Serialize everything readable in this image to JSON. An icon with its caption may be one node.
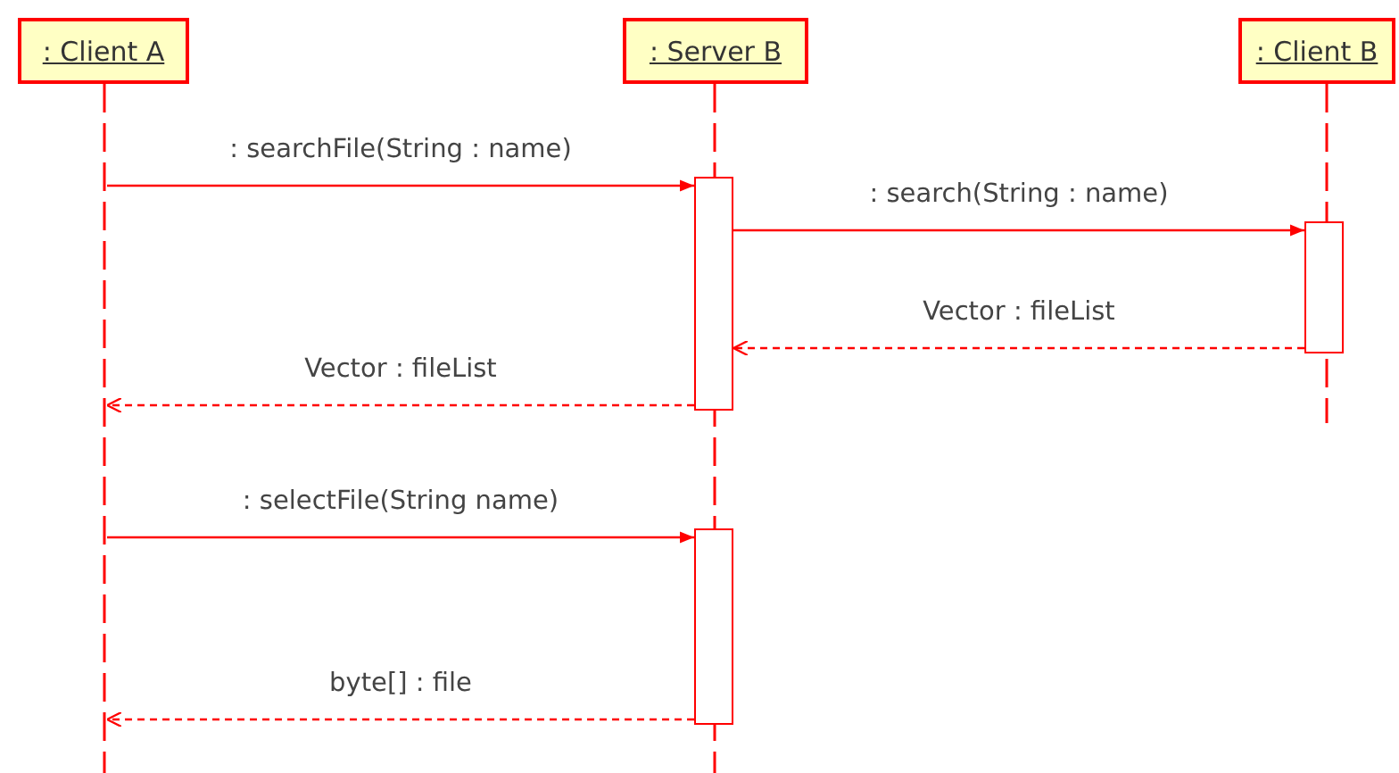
{
  "diagram": {
    "nodes": [
      {
        "text": [
          ": Client A"
        ]
      },
      {
        "text": [
          ": Server B"
        ]
      },
      {
        "text": [
          ": Client B"
        ]
      },
      {
        "text": [],
        "shape": "line"
      },
      {
        "text": [],
        "shape": "line"
      },
      {
        "text": [],
        "shape": "line"
      },
      {
        "text": [],
        "shape": "bar"
      },
      {
        "text": [],
        "shape": "bar"
      },
      {
        "text": [],
        "shape": "bar"
      }
    ],
    "edges": [
      {
        "from": 3,
        "to": 6,
        "arrow": "to",
        "label": ": searchFile(String : name)"
      },
      {
        "from": 6,
        "to": 7,
        "arrow": "to",
        "label": ": search(String : name)"
      },
      {
        "from": 7,
        "to": 6,
        "arrow": "to",
        "label": "Vector : fileList",
        "style": "dashed"
      },
      {
        "from": 6,
        "to": 3,
        "arrow": "to",
        "label": "Vector : fileList",
        "style": "dashed"
      },
      {
        "from": 3,
        "to": 8,
        "arrow": "to",
        "label": ": selectFile(String name)"
      },
      {
        "from": 8,
        "to": 3,
        "arrow": "to",
        "label": "byte[] : file",
        "style": "dashed"
      }
    ]
  }
}
